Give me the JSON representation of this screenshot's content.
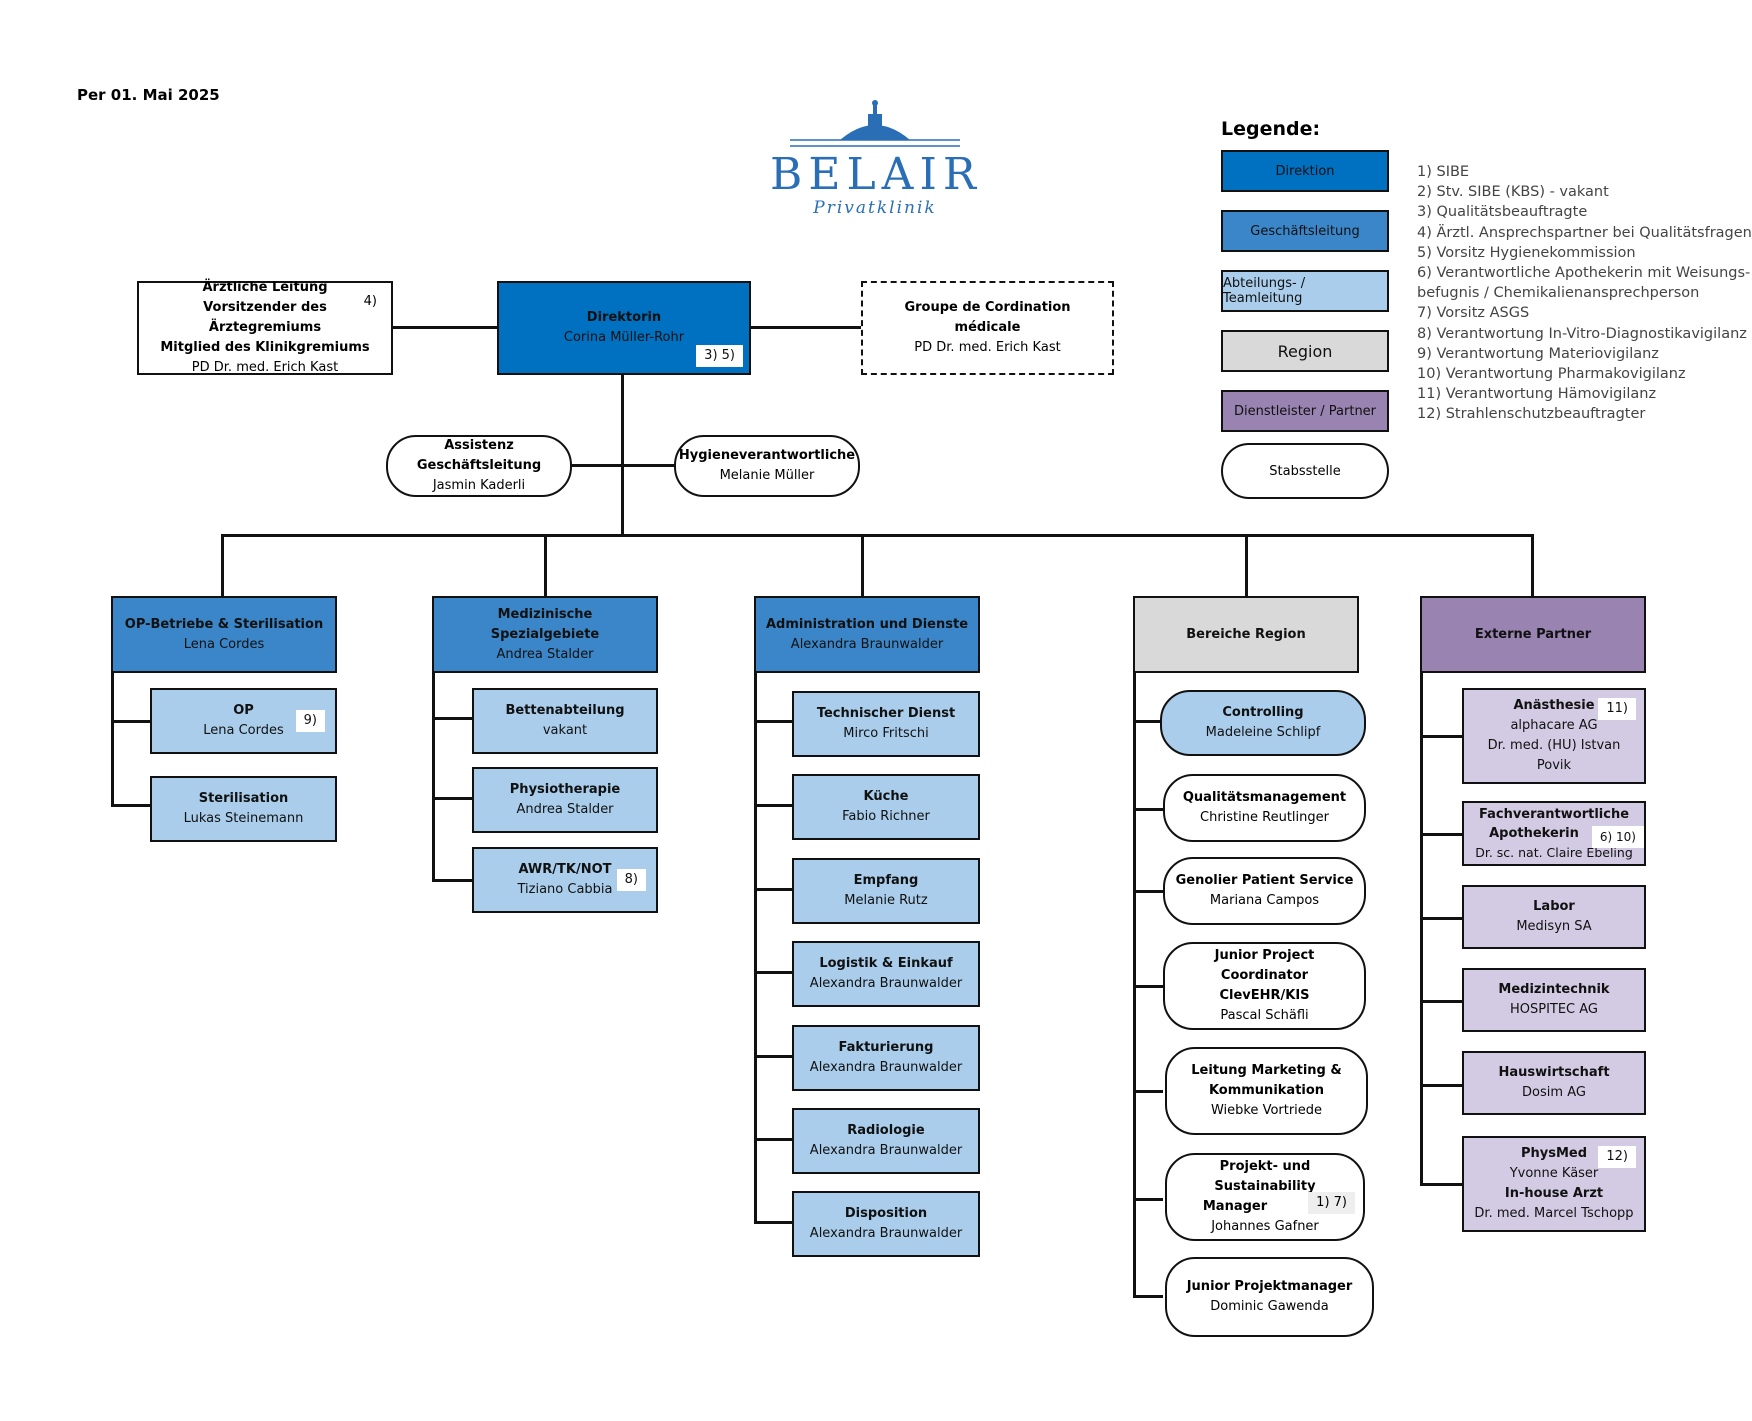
{
  "date": "Per 01. Mai 2025",
  "logo": {
    "name": "BELAIR",
    "sub": "Privatklinik"
  },
  "legend": {
    "title": "Legende:",
    "items": {
      "direktion": "Direktion",
      "geschaeftsleitung": "Geschäftsleitung",
      "abteilung": "Abteilungs- / Teamleitung",
      "region": "Region",
      "dienstleister": "Dienstleister / Partner",
      "stabsstelle": "Stabsstelle"
    },
    "notes": [
      "1)  SIBE",
      "2)  Stv. SIBE (KBS) - vakant",
      "3)  Qualitätsbeauftragte",
      "4)  Ärztl. Ansprechspartner bei Qualitätsfragen",
      "5)  Vorsitz Hygienekommission",
      "6)  Verantwortliche Apothekerin mit Weisungs-",
      "      befugnis / Chemikalienansprechperson",
      "7)  Vorsitz ASGS",
      "8)  Verantwortung In-Vitro-Diagnostikavigilanz",
      "9)  Verantwortung Materiovigilanz",
      "10) Verantwortung Pharmakovigilanz",
      "11) Verantwortung Hämovigilanz",
      "12) Strahlenschutzbeauftragter"
    ]
  },
  "top": {
    "aerztliche": {
      "l1": "Ärztliche Leitung",
      "l2": "Vorsitzender des Ärztegremiums",
      "l3": "Mitglied des Klinikgremiums",
      "name": "PD Dr. med. Erich Kast",
      "badge": "4)"
    },
    "direktorin": {
      "title": "Direktorin",
      "name": "Corina Müller-Rohr",
      "badge": "3)  5)"
    },
    "groupe": {
      "title": "Groupe de Cordination médicale",
      "name": "PD Dr. med. Erich Kast"
    },
    "assistenz": {
      "title": "Assistenz Geschäftsleitung",
      "name": "Jasmin Kaderli"
    },
    "hygiene": {
      "title": "Hygieneverantwortliche",
      "name": "Melanie Müller"
    }
  },
  "columns": {
    "op": {
      "head": {
        "title": "OP-Betriebe & Sterilisation",
        "name": "Lena Cordes"
      },
      "items": [
        {
          "title": "OP",
          "name": "Lena Cordes",
          "badge": "9)"
        },
        {
          "title": "Sterilisation",
          "name": "Lukas Steinemann"
        }
      ]
    },
    "med": {
      "head": {
        "title": "Medizinische Spezialgebiete",
        "name": "Andrea Stalder"
      },
      "items": [
        {
          "title": "Bettenabteilung",
          "name": "vakant"
        },
        {
          "title": "Physiotherapie",
          "name": "Andrea Stalder"
        },
        {
          "title": "AWR/TK/NOT",
          "name": "Tiziano Cabbia",
          "badge": "8)"
        }
      ]
    },
    "adm": {
      "head": {
        "title": "Administration und Dienste",
        "name": "Alexandra Braunwalder"
      },
      "items": [
        {
          "title": "Technischer Dienst",
          "name": "Mirco Fritschi"
        },
        {
          "title": "Küche",
          "name": "Fabio Richner"
        },
        {
          "title": "Empfang",
          "name": "Melanie Rutz"
        },
        {
          "title": "Logistik & Einkauf",
          "name": "Alexandra Braunwalder"
        },
        {
          "title": "Fakturierung",
          "name": "Alexandra Braunwalder"
        },
        {
          "title": "Radiologie",
          "name": "Alexandra Braunwalder"
        },
        {
          "title": "Disposition",
          "name": "Alexandra Braunwalder"
        }
      ]
    },
    "reg": {
      "head": {
        "title": "Bereiche Region"
      },
      "items": [
        {
          "title": "Controlling",
          "name": "Madeleine Schlipf"
        },
        {
          "title": "Qualitätsmanagement",
          "name": "Christine Reutlinger"
        },
        {
          "title": "Genolier Patient Service",
          "name": "Mariana Campos"
        },
        {
          "title": "Junior Project Coordinator",
          "title2": "ClevEHR/KIS",
          "name": "Pascal Schäfli"
        },
        {
          "title": "Leitung Marketing &",
          "title2": "Kommunikation",
          "name": "Wiebke Vortriede"
        },
        {
          "title": "Projekt- und Sustainability",
          "title2": "Manager",
          "badge": "1)     7)",
          "name": "Johannes Gafner"
        },
        {
          "title": "Junior Projektmanager",
          "name": "Dominic Gawenda"
        }
      ]
    },
    "ext": {
      "head": {
        "title": "Externe Partner"
      },
      "items": [
        {
          "title": "Anästhesie",
          "name": "alphacare AG",
          "name2": "Dr. med. (HU) Istvan Povik",
          "badge": "11)"
        },
        {
          "title": "Fachverantwortliche",
          "title2": "Apothekerin",
          "badge": "6)  10)",
          "name": "Dr. sc. nat. Claire Ebeling"
        },
        {
          "title": "Labor",
          "name": "Medisyn SA"
        },
        {
          "title": "Medizintechnik",
          "name": "HOSPITEC AG"
        },
        {
          "title": "Hauswirtschaft",
          "name": "Dosim AG"
        },
        {
          "title": "PhysMed",
          "name": "Yvonne Käser",
          "title2": "In-house Arzt",
          "name2": "Dr. med. Marcel Tschopp",
          "badge": "12)"
        }
      ]
    }
  }
}
